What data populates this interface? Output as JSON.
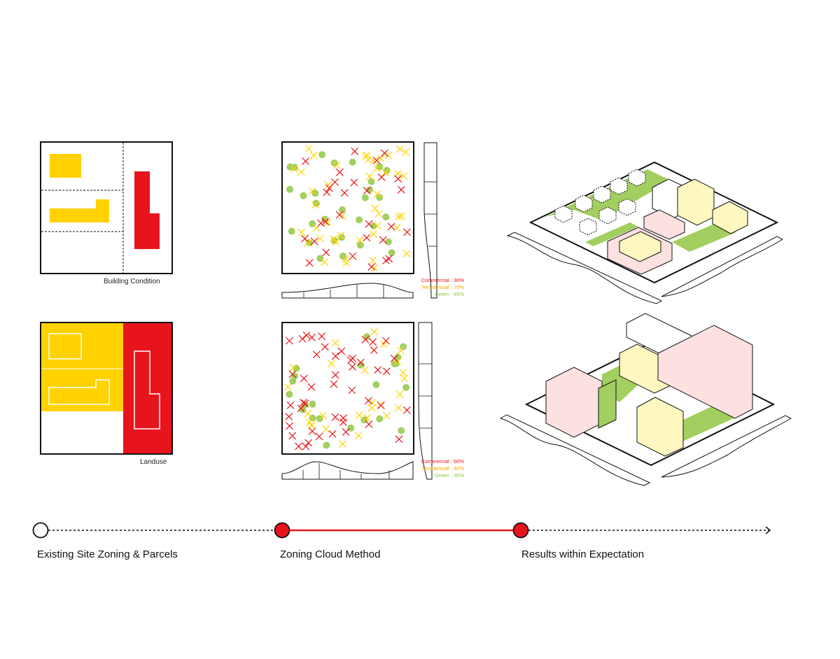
{
  "panels": {
    "building_condition": {
      "label": "Building Condition"
    },
    "landuse": {
      "label": "Landuse"
    }
  },
  "clouds": [
    {
      "legend": {
        "commercial": "Commercial : 30%",
        "residencial": "Residencial : 70%",
        "green": "Green : 45%"
      }
    },
    {
      "legend": {
        "commercial": "Commercial : 60%",
        "residencial": "Residencial : 40%",
        "green": "Green : 35%"
      }
    }
  ],
  "timeline": {
    "steps": [
      {
        "label": "Existing Site Zoning & Parcels"
      },
      {
        "label": "Zoning Cloud Method"
      },
      {
        "label": "Results within Expectation"
      }
    ]
  },
  "colors": {
    "commercial": "#e8141c",
    "residential": "#ffd200",
    "green": "#a2cf5f",
    "line": "#111111"
  }
}
